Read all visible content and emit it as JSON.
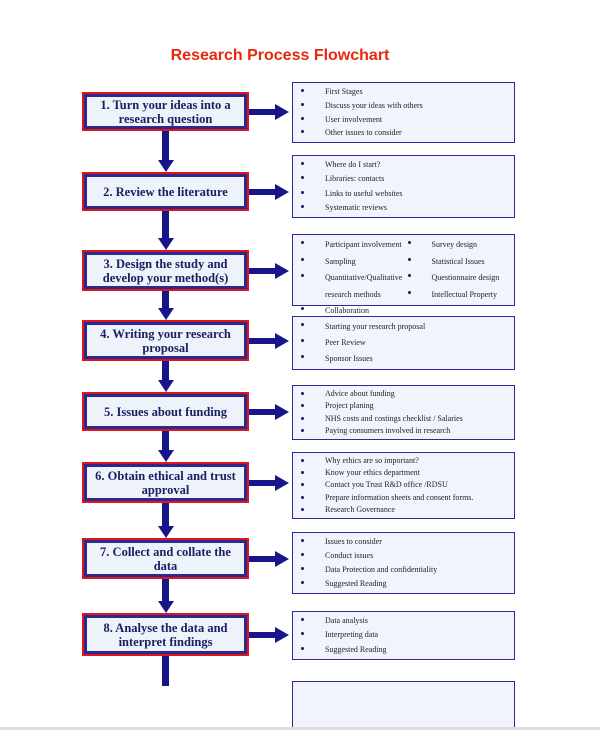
{
  "title": "Research Process Flowchart",
  "steps": [
    {
      "label": "1. Turn your ideas into a research question",
      "notes": [
        "First Stages",
        "Discuss your ideas with others",
        "User involvement",
        "Other issues to consider"
      ]
    },
    {
      "label": "2. Review the literature",
      "notes": [
        "Where do I start?",
        "Libraries: contacts",
        "Links to useful websites",
        "Systematic reviews"
      ]
    },
    {
      "label": "3. Design the study and develop your method(s)",
      "notes_left": [
        "Participant involvement",
        "Sampling",
        "Quantitative/Qualitative research methods",
        "Collaboration"
      ],
      "notes_right": [
        "Survey design",
        "Statistical Issues",
        "Questionnaire design",
        "Intellectual Property"
      ]
    },
    {
      "label": "4. Writing your research proposal",
      "notes": [
        "Starting your research proposal",
        "Peer Review",
        "Sponsor Issues"
      ]
    },
    {
      "label": "5. Issues about funding",
      "notes": [
        "Advice about funding",
        "Project planing",
        "NHS costs and costings checklist / Salaries",
        "Paying consumers involved in research"
      ]
    },
    {
      "label": "6. Obtain ethical and trust approval",
      "notes": [
        "Why ethics are so important?",
        "Know your ethics department",
        "Contact you Trust R&D office /RDSU",
        "Prepare information sheets and consent forms.",
        "Research Governance"
      ]
    },
    {
      "label": "7. Collect and collate the data",
      "notes": [
        "Issues to consider",
        "Conduct issues",
        "Data Protection and confidentiality",
        "Suggested Reading"
      ]
    },
    {
      "label": "8. Analyse the data and interpret findings",
      "notes": [
        "Data analysis",
        "Interpreting data",
        "Suggested Reading"
      ]
    }
  ],
  "colors": {
    "title": "#e8280c",
    "box_border": "#e0141c",
    "box_inner_border": "#2a2a8c",
    "arrow": "#16168a"
  }
}
